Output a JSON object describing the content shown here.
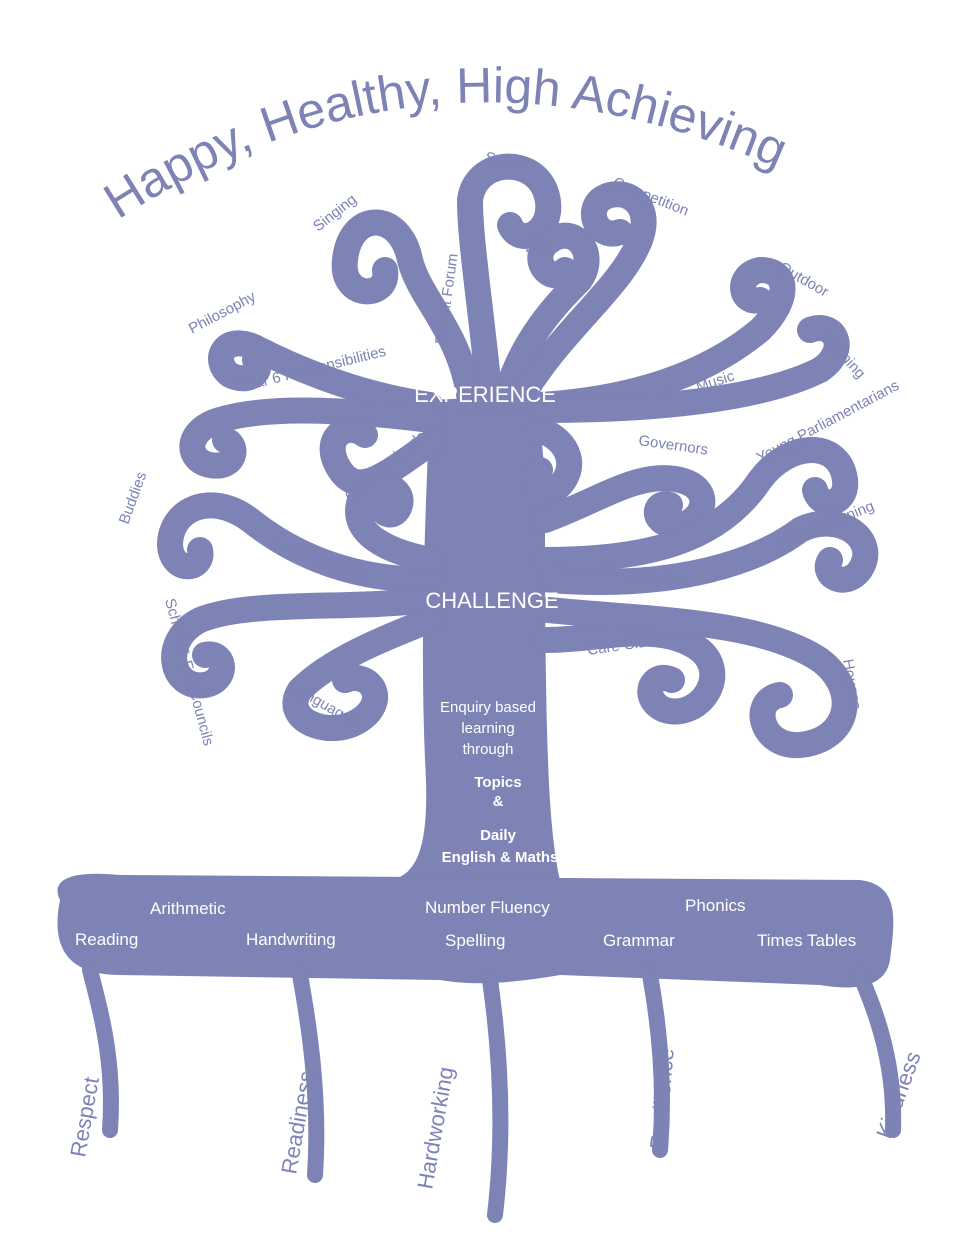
{
  "title": "Happy, Healthy, High Achieving",
  "trunk": {
    "experience": "EXPERIENCE",
    "challenge": "CHALLENGE",
    "enquiry": [
      "Enquiry based",
      "learning",
      "through"
    ],
    "topics": "Topics",
    "amp": "&",
    "daily": "Daily",
    "english_maths": "English & Maths"
  },
  "branches": {
    "sports": "Sports",
    "competition": "Competition",
    "singing": "Singing",
    "pta": "PTA",
    "parent_forum": "Parent Forum",
    "philosophy": "Philosophy",
    "outdoor": "Outdoor",
    "learning": "Learning",
    "year6": "Year 6 Responsibilities",
    "music": "Music",
    "critical_friends": "Critical Friends",
    "governors": "Governors",
    "young_parliamentarians": "Young Parliamentarians",
    "buddies": "Buddies",
    "home_learning": "Home Learning",
    "peer_mediators": "Peer Mediators",
    "community": "Community",
    "school_eco": "School & Eco Councils",
    "care_clubs": "Care Clubs",
    "languages": "Languages",
    "houses": "Houses"
  },
  "base": {
    "arithmetic": "Arithmetic",
    "number_fluency": "Number Fluency",
    "phonics": "Phonics",
    "reading": "Reading",
    "handwriting": "Handwriting",
    "spelling": "Spelling",
    "grammar": "Grammar",
    "times_tables": "Times Tables"
  },
  "roots": [
    "Respect",
    "Readiness",
    "Hardworking",
    "Resilience",
    "Kindness"
  ],
  "colors": {
    "tree": "#7d83b5",
    "background": "#ffffff",
    "inner_text": "#ffffff"
  }
}
